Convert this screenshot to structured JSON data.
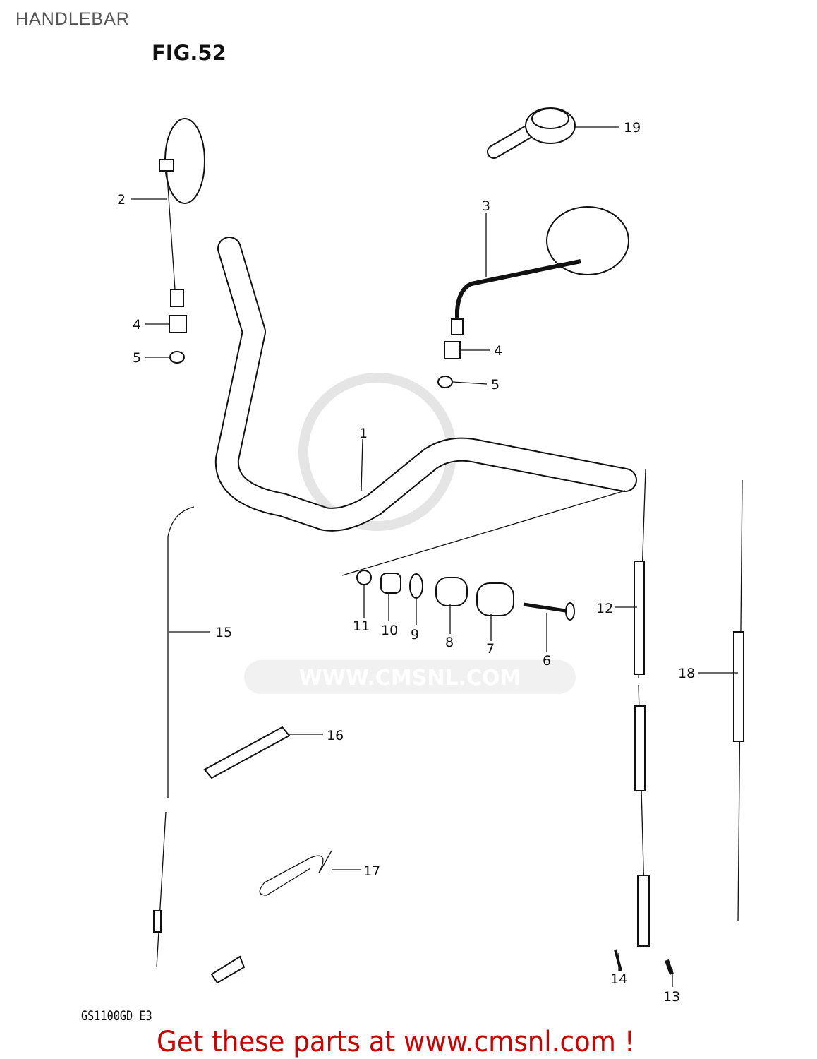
{
  "page": {
    "title": "HANDLEBAR",
    "figure": "FIG.52",
    "model": "GS1100GD E3",
    "promo": "Get these parts at www.cmsnl.com !"
  },
  "watermark": {
    "text": "WWW.CMSNL.COM",
    "color": "#d9d9d9"
  },
  "callouts": [
    "1",
    "2",
    "3",
    "4",
    "5",
    "4",
    "5",
    "6",
    "7",
    "8",
    "9",
    "10",
    "11",
    "12",
    "13",
    "14",
    "15",
    "16",
    "17",
    "18",
    "19"
  ],
  "colors": {
    "promo": "#cc0000",
    "line": "#111111"
  }
}
